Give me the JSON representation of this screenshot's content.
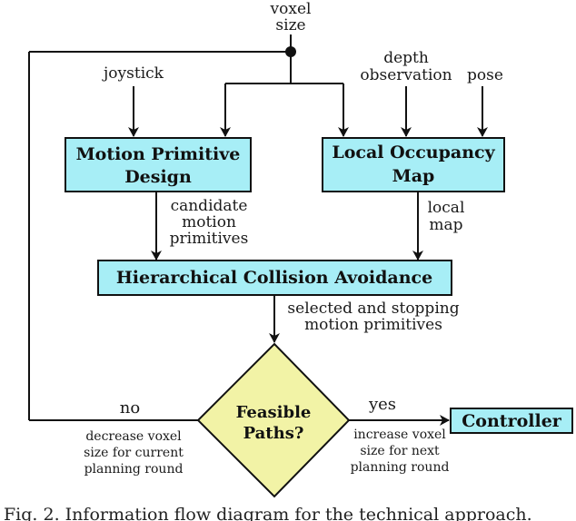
{
  "diagram": {
    "inputs": {
      "voxel_size": [
        "voxel",
        "size"
      ],
      "joystick": "joystick",
      "depth_observation": [
        "depth",
        "observation"
      ],
      "pose": "pose"
    },
    "boxes": {
      "motion_primitive_design": [
        "Motion Primitive",
        "Design"
      ],
      "local_occupancy_map": [
        "Local Occupancy",
        "Map"
      ],
      "hierarchical_collision_avoidance": "Hierarchical Collision Avoidance",
      "controller": "Controller"
    },
    "decision": [
      "Feasible",
      "Paths?"
    ],
    "edge_labels": {
      "candidate_motion_primitives": [
        "candidate",
        "motion",
        "primitives"
      ],
      "local_map": [
        "local",
        "map"
      ],
      "selected_and_stopping": [
        "selected and stopping",
        "motion primitives"
      ],
      "no": "no",
      "yes": "yes",
      "decrease_voxel": [
        "decrease voxel",
        "size for current",
        "planning round"
      ],
      "increase_voxel": [
        "increase voxel",
        "size for next",
        "planning round"
      ]
    },
    "colors": {
      "box_fill": "#a7eef6",
      "diamond_fill": "#f2f3a6",
      "stroke": "#111111"
    }
  },
  "caption": "Fig. 2.  Information flow diagram for the technical approach."
}
